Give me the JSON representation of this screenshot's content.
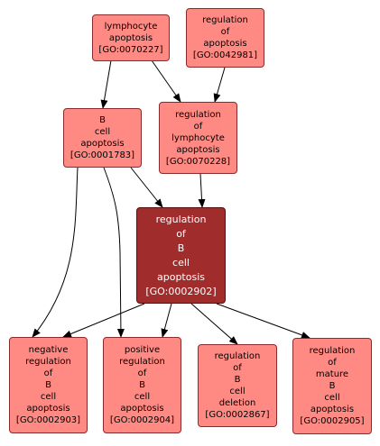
{
  "colors": {
    "node": "#ff8a84",
    "focus": "#a02c2c",
    "edge": "#000000"
  },
  "nodes": {
    "lymphocyte_apoptosis": {
      "text": "lymphocyte\napoptosis\n[GO:0070227]"
    },
    "regulation_of_apoptosis": {
      "text": "regulation\nof\napoptosis\n[GO:0042981]"
    },
    "b_cell_apoptosis": {
      "text": "B\ncell\napoptosis\n[GO:0001783]"
    },
    "regulation_of_lymphocyte_apoptosis": {
      "text": "regulation\nof\nlymphocyte\napoptosis\n[GO:0070228]"
    },
    "regulation_of_b_cell_apoptosis": {
      "text": "regulation\nof\nB\ncell\napoptosis\n[GO:0002902]"
    },
    "negative_regulation": {
      "text": "negative\nregulation\nof\nB\ncell\napoptosis\n[GO:0002903]"
    },
    "positive_regulation": {
      "text": "positive\nregulation\nof\nB\ncell\napoptosis\n[GO:0002904]"
    },
    "regulation_of_b_cell_deletion": {
      "text": "regulation\nof\nB\ncell\ndeletion\n[GO:0002867]"
    },
    "regulation_of_mature_b_cell_apoptosis": {
      "text": "regulation\nof\nmature\nB\ncell\napoptosis\n[GO:0002905]"
    }
  },
  "edges": [
    {
      "from": "lymphocyte_apoptosis",
      "to": "b_cell_apoptosis"
    },
    {
      "from": "lymphocyte_apoptosis",
      "to": "regulation_of_lymphocyte_apoptosis"
    },
    {
      "from": "regulation_of_apoptosis",
      "to": "regulation_of_lymphocyte_apoptosis"
    },
    {
      "from": "b_cell_apoptosis",
      "to": "regulation_of_b_cell_apoptosis"
    },
    {
      "from": "regulation_of_lymphocyte_apoptosis",
      "to": "regulation_of_b_cell_apoptosis"
    },
    {
      "from": "b_cell_apoptosis",
      "to": "negative_regulation"
    },
    {
      "from": "b_cell_apoptosis",
      "to": "positive_regulation"
    },
    {
      "from": "regulation_of_b_cell_apoptosis",
      "to": "negative_regulation"
    },
    {
      "from": "regulation_of_b_cell_apoptosis",
      "to": "positive_regulation"
    },
    {
      "from": "regulation_of_b_cell_apoptosis",
      "to": "regulation_of_b_cell_deletion"
    },
    {
      "from": "regulation_of_b_cell_apoptosis",
      "to": "regulation_of_mature_b_cell_apoptosis"
    }
  ]
}
